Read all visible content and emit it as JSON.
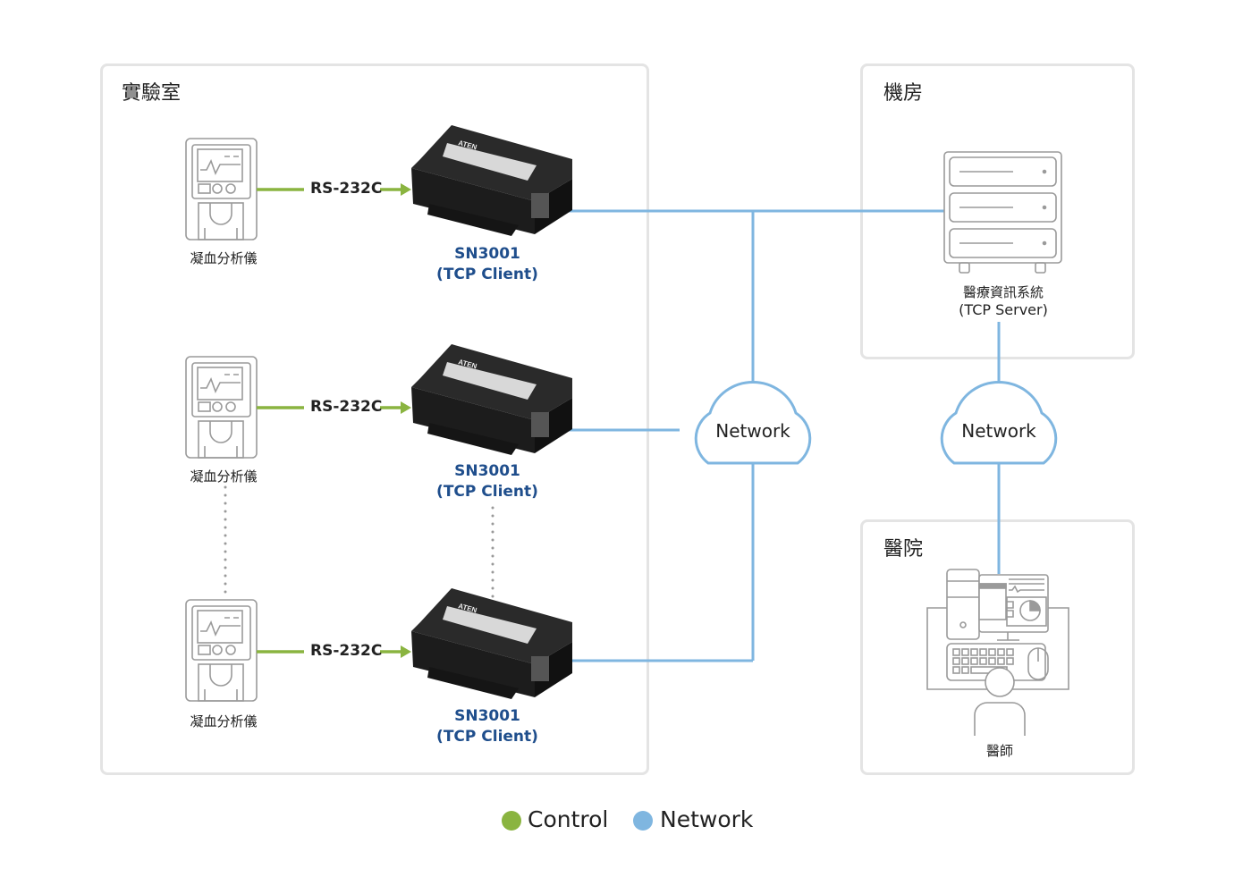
{
  "zones": {
    "lab": "實驗室",
    "server_room": "機房",
    "hospital": "醫院"
  },
  "analyzers": [
    {
      "label": "凝血分析儀",
      "link": "RS-232C"
    },
    {
      "label": "凝血分析儀",
      "link": "RS-232C"
    },
    {
      "label": "凝血分析儀",
      "link": "RS-232C"
    }
  ],
  "devices": [
    {
      "model": "SN3001",
      "role": "(TCP Client)",
      "brand": "ATEN"
    },
    {
      "model": "SN3001",
      "role": "(TCP Client)",
      "brand": "ATEN"
    },
    {
      "model": "SN3001",
      "role": "(TCP Client)",
      "brand": "ATEN"
    }
  ],
  "clouds": [
    "Network",
    "Network"
  ],
  "server": {
    "name": "醫療資訊系統",
    "role": "(TCP Server)"
  },
  "doctor": {
    "label": "醫師"
  },
  "legend": [
    {
      "label": "Control",
      "color": "#8ab440"
    },
    {
      "label": "Network",
      "color": "#7fb6e0"
    }
  ],
  "colors": {
    "control": "#8ab440",
    "network": "#7fb6e0",
    "device_label": "#1f4e8c",
    "icon_stroke": "#9a9a9a"
  }
}
